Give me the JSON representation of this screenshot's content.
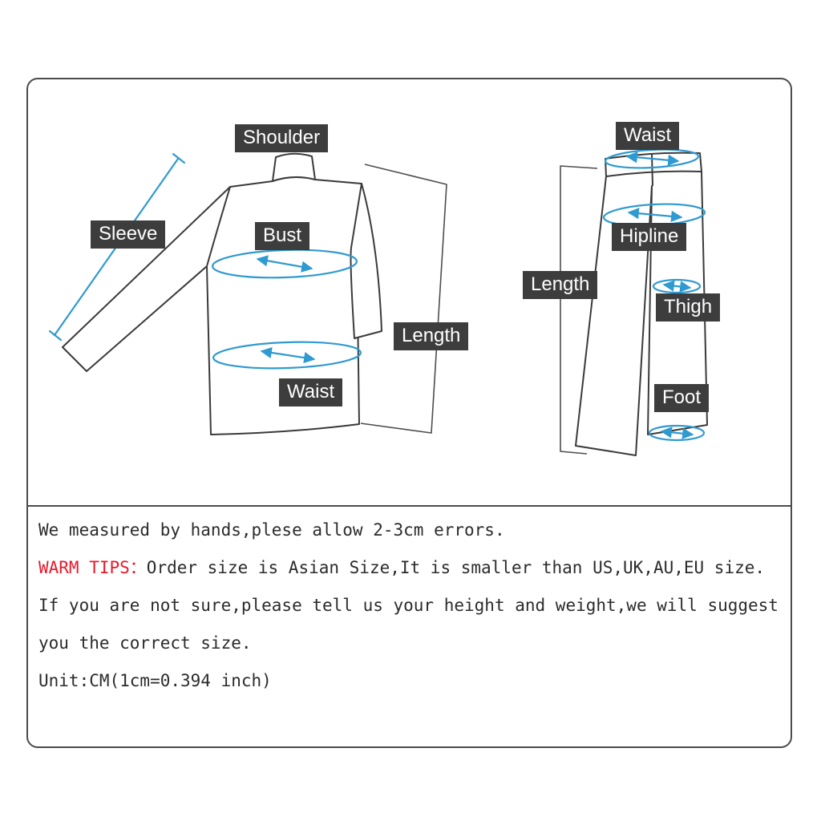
{
  "shirt_diagram": {
    "labels": {
      "shoulder": "Shoulder",
      "sleeve": "Sleeve",
      "bust": "Bust",
      "length": "Length",
      "waist": "Waist"
    }
  },
  "pants_diagram": {
    "labels": {
      "waist": "Waist",
      "hipline": "Hipline",
      "length": "Length",
      "thigh": "Thigh",
      "foot": "Foot"
    }
  },
  "notes": {
    "line1": "We measured by hands,plese allow 2-3cm errors.",
    "warm_tips": "WARM TIPS：",
    "line2_rest": "Order size is Asian Size,It is smaller than US,UK,AU,EU size.",
    "line3": "If you are not sure,please tell us your height and weight,we will suggest",
    "line4": "you the correct size.",
    "line5": "Unit:CM(1cm=0.394 inch)"
  },
  "colors": {
    "label_bg": "#3d3d3d",
    "label_text": "#ffffff",
    "measure_blue": "#2f9ad0",
    "outline_dark": "#3a3a3a",
    "warm_tips_red": "#e8192c",
    "border": "#4b4b4b"
  }
}
